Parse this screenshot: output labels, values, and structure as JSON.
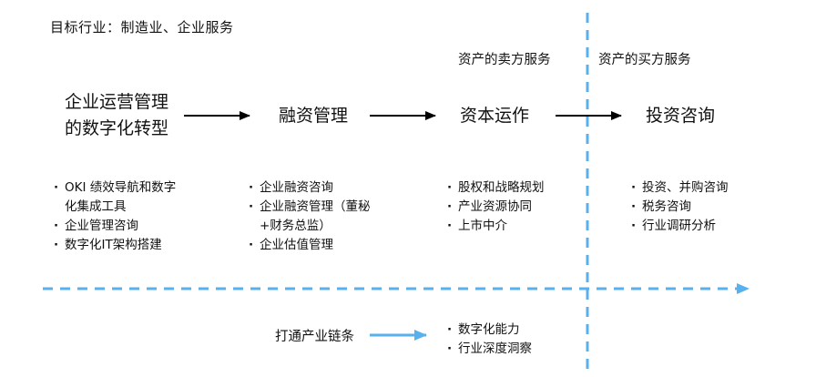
{
  "header": {
    "target_industry": "目标行业：制造业、企业服务",
    "sell_side": "资产的卖方服务",
    "buy_side": "资产的买方服务"
  },
  "stages": [
    {
      "line1": "企业运营管理",
      "line2": "的数字化转型"
    },
    {
      "line1": "融资管理"
    },
    {
      "line1": "资本运作"
    },
    {
      "line1": "投资咨询"
    }
  ],
  "columns": [
    {
      "items": [
        "OKI 绩效导航和数字",
        "化集成工具",
        "企业管理咨询",
        "数字化IT架构搭建"
      ],
      "bullets": [
        true,
        false,
        true,
        true
      ]
    },
    {
      "items": [
        "企业融资咨询",
        "企业融资管理（董秘",
        "+财务总监）",
        "企业估值管理"
      ],
      "bullets": [
        true,
        true,
        false,
        true
      ]
    },
    {
      "items": [
        "股权和战略规划",
        "产业资源协同",
        "上市中介"
      ],
      "bullets": [
        true,
        true,
        true
      ]
    },
    {
      "items": [
        "投资、并购咨询",
        "税务咨询",
        "行业调研分析"
      ],
      "bullets": [
        true,
        true,
        true
      ]
    }
  ],
  "bottom": {
    "label": "打通产业链条",
    "items": [
      "数字化能力",
      "行业深度洞察"
    ]
  },
  "colors": {
    "accent_blue": "#58b1ec",
    "arrow_black": "#000000"
  }
}
